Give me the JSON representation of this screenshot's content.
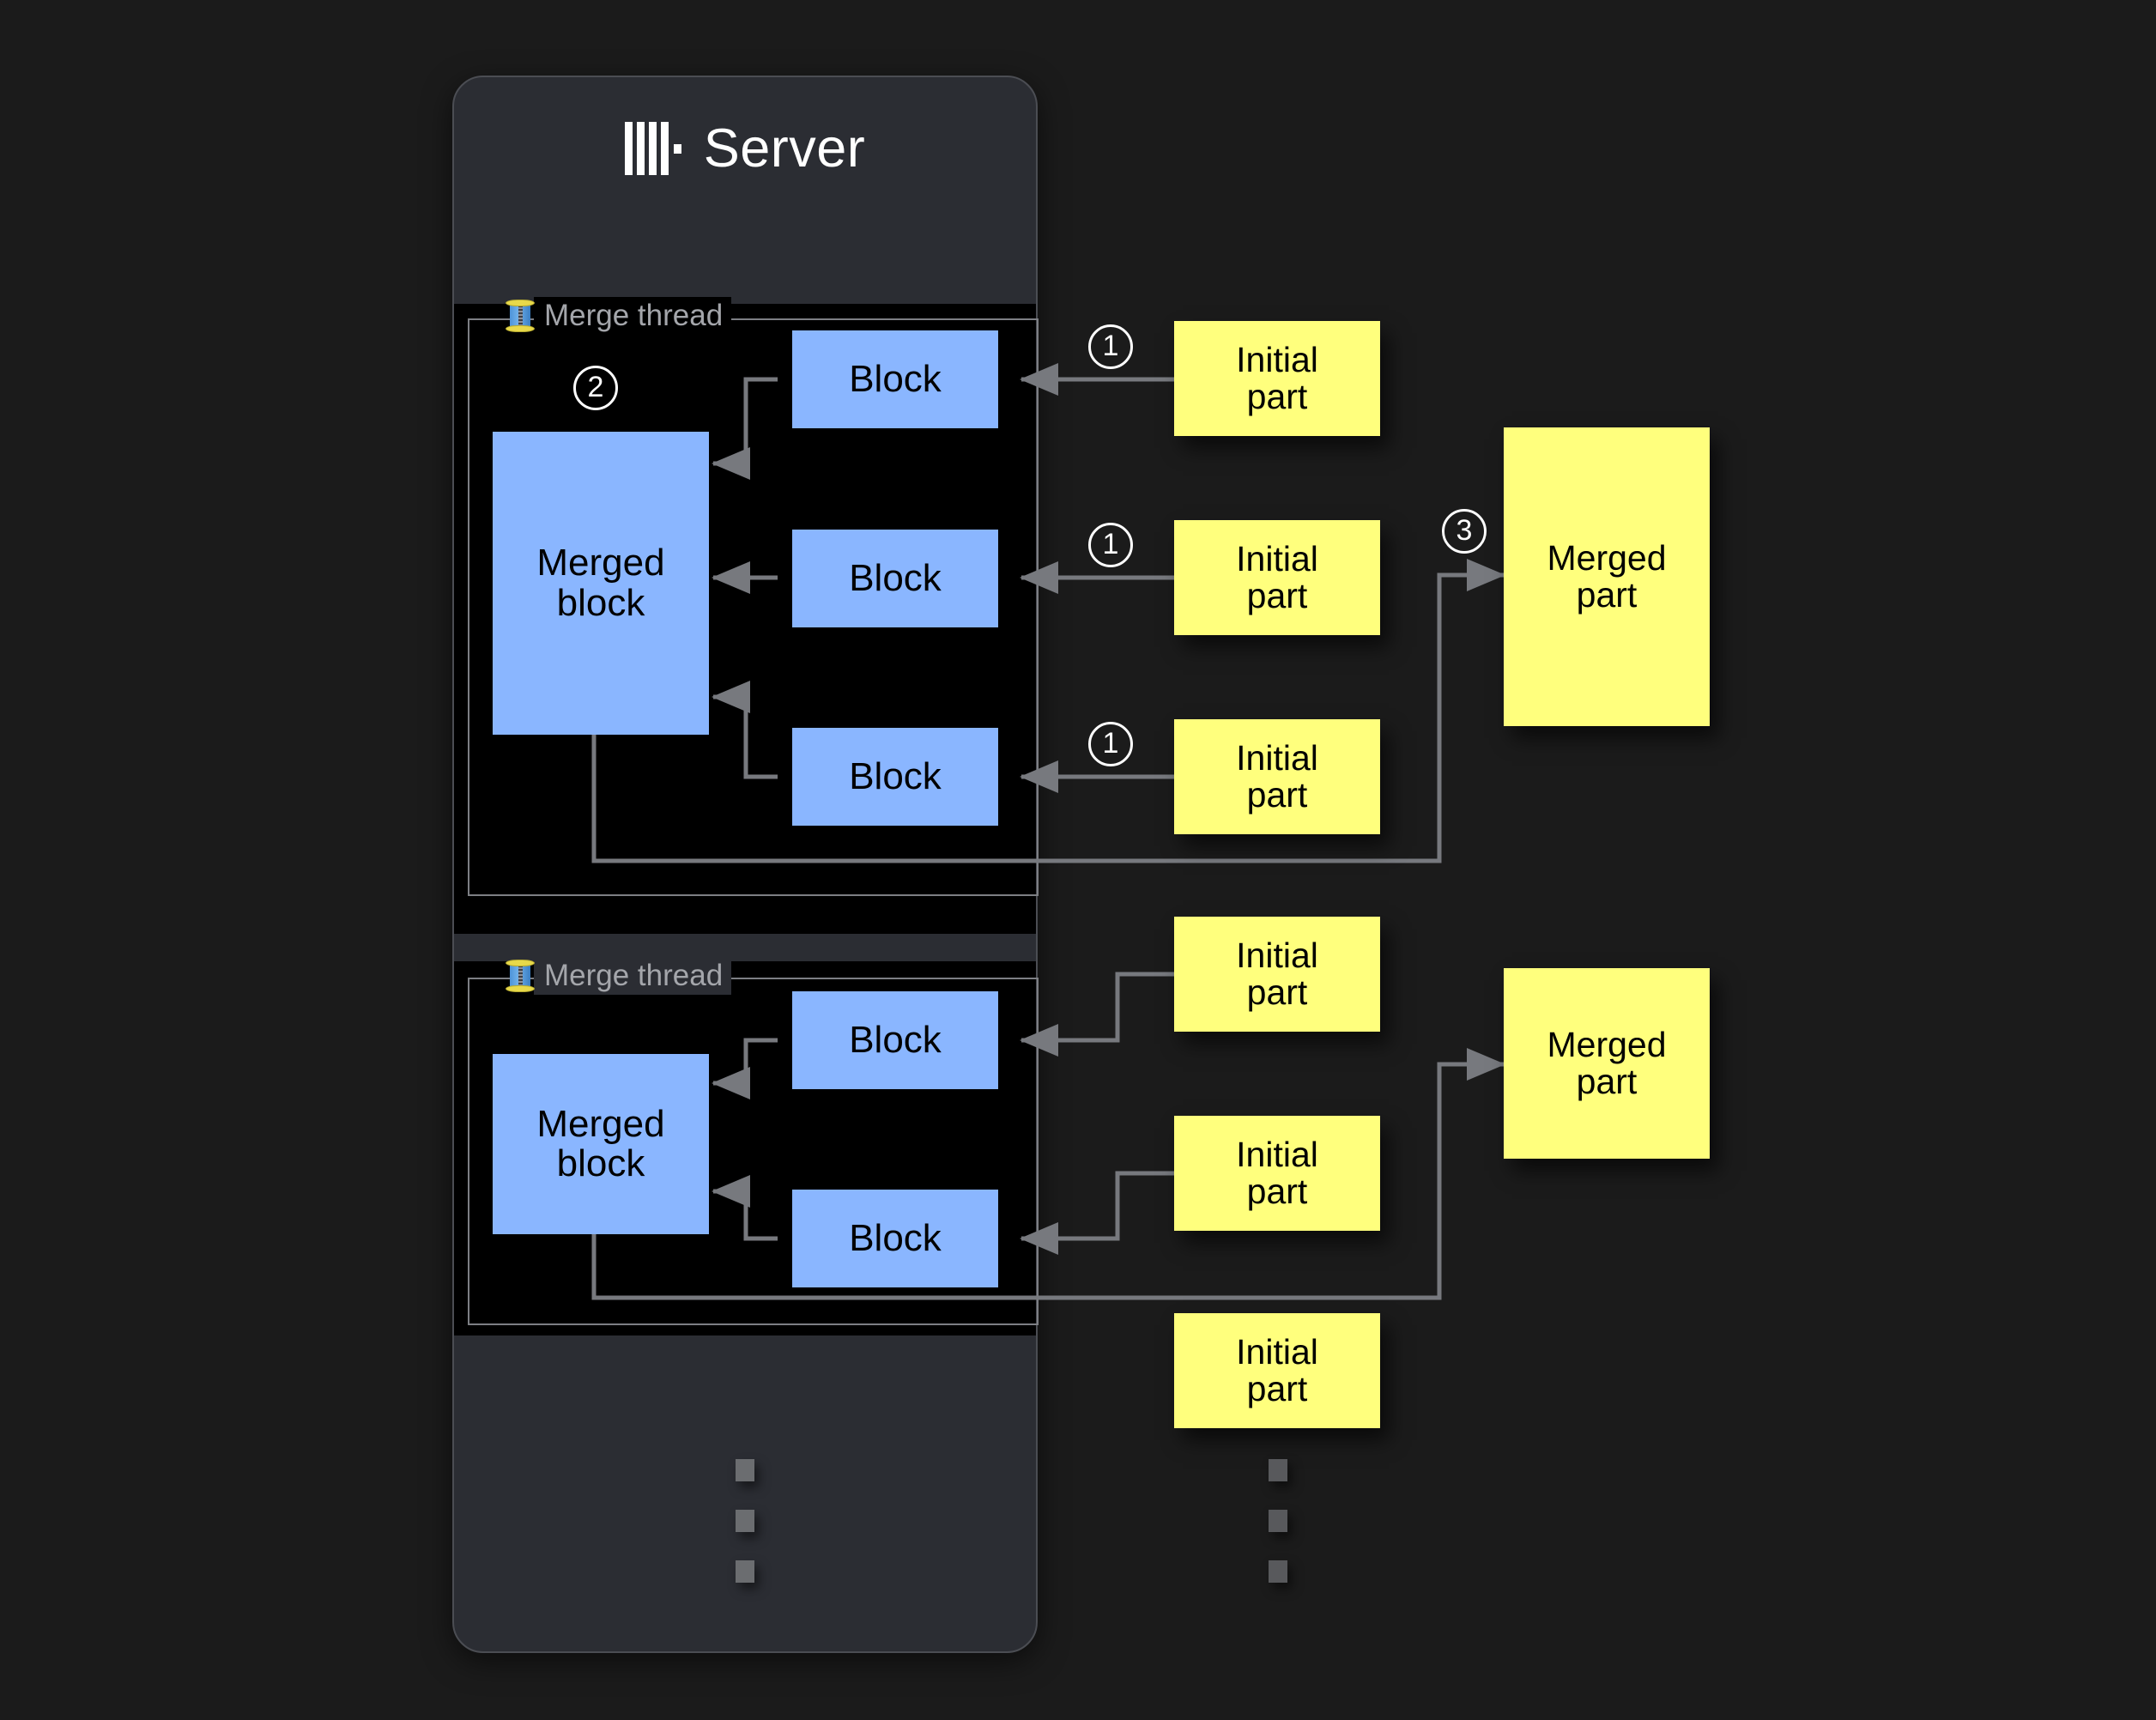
{
  "background_color": "#1b1b1b",
  "server": {
    "title": "Server",
    "logo_icon": "clickhouse-logo-icon",
    "panel_color": "#2b2d33"
  },
  "colors": {
    "block_blue": "#8ab6ff",
    "part_yellow": "#ffff7d",
    "connector_gray": "#7d7f84",
    "thread_border": "#7d7f84",
    "thread_label_text": "#a4a6ab"
  },
  "threads": [
    {
      "label": "Merge thread",
      "icon": "thread-spool-icon",
      "merged_block_label": "Merged\nblock",
      "blocks": [
        "Block",
        "Block",
        "Block"
      ],
      "step_marker": "②"
    },
    {
      "label": "Merge thread",
      "icon": "thread-spool-icon",
      "merged_block_label": "Merged\nblock",
      "blocks": [
        "Block",
        "Block"
      ],
      "step_marker": ""
    }
  ],
  "block_label": "Block",
  "merged_block_label_line1": "Merged",
  "merged_block_label_line2": "block",
  "initial_part_label_line1": "Initial",
  "initial_part_label_line2": "part",
  "merged_part_label_line1": "Merged",
  "merged_part_label_line2": "part",
  "initial_parts": [
    {
      "group": 1,
      "line1": "Initial",
      "line2": "part",
      "step": "①"
    },
    {
      "group": 1,
      "line1": "Initial",
      "line2": "part",
      "step": "①"
    },
    {
      "group": 1,
      "line1": "Initial",
      "line2": "part",
      "step": "①"
    },
    {
      "group": 2,
      "line1": "Initial",
      "line2": "part",
      "step": ""
    },
    {
      "group": 2,
      "line1": "Initial",
      "line2": "part",
      "step": ""
    },
    {
      "group": 2,
      "line1": "Initial",
      "line2": "part",
      "step": ""
    }
  ],
  "merged_parts": [
    {
      "line1": "Merged",
      "line2": "part",
      "step": "③"
    },
    {
      "line1": "Merged",
      "line2": "part",
      "step": ""
    }
  ],
  "step_markers": {
    "one": "①",
    "two": "②",
    "three": "③"
  },
  "ellipsis": {
    "server_column": "⋮",
    "parts_column": "⋮"
  }
}
